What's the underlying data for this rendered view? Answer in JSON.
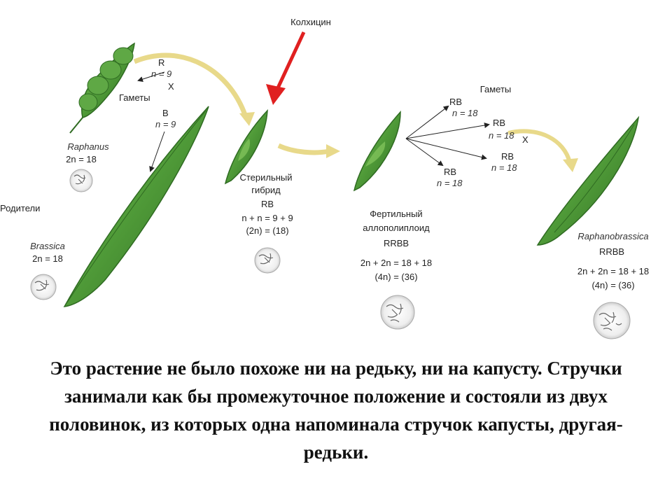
{
  "diagram": {
    "colchicine": "Колхицин",
    "parents": "Родители",
    "gametes_left": "Гаметы",
    "gametes_right": "Гаметы",
    "cross_left": "X",
    "cross_right": "X",
    "gamete_r": {
      "name": "R",
      "n": "n = 9"
    },
    "gamete_b": {
      "name": "B",
      "n": "n = 9"
    },
    "raphanus": {
      "name": "Raphanus",
      "formula": "2n = 18"
    },
    "brassica": {
      "name": "Brassica",
      "formula": "2n = 18"
    },
    "hybrid": {
      "line1": "Стерильный",
      "line2": "гибрид",
      "genome": "RB",
      "eq1": "n + n = 9 + 9",
      "eq2": "(2n) = (18)"
    },
    "allopolyploid": {
      "line1": "Фертильный",
      "line2": "аллополиплоид",
      "genome": "RRBB",
      "eq1": "2n + 2n = 18 + 18",
      "eq2": "(4n) = (36)"
    },
    "gametes_rb": [
      {
        "name": "RB",
        "n": "n = 18"
      },
      {
        "name": "RB",
        "n": "n = 18"
      },
      {
        "name": "RB",
        "n": "n = 18"
      },
      {
        "name": "RB",
        "n": "n = 18"
      }
    ],
    "raphanobrassica": {
      "name": "Raphanobrassica",
      "genome": "RRBB",
      "eq1": "2n + 2n = 18 + 18",
      "eq2": "(4n) = (36)"
    }
  },
  "caption": "Это растение не было похоже ни на редьку, ни на капусту. Стручки занимали как бы промежуточное положение и состояли из двух половинок, из которых одна напоминала стручок капусты, другая-редьки.",
  "colors": {
    "pod_green": "#4f9a38",
    "pod_dark": "#2f6b22",
    "arrow_yellow": "#e8d98a",
    "colchicine_red": "#e02020"
  }
}
